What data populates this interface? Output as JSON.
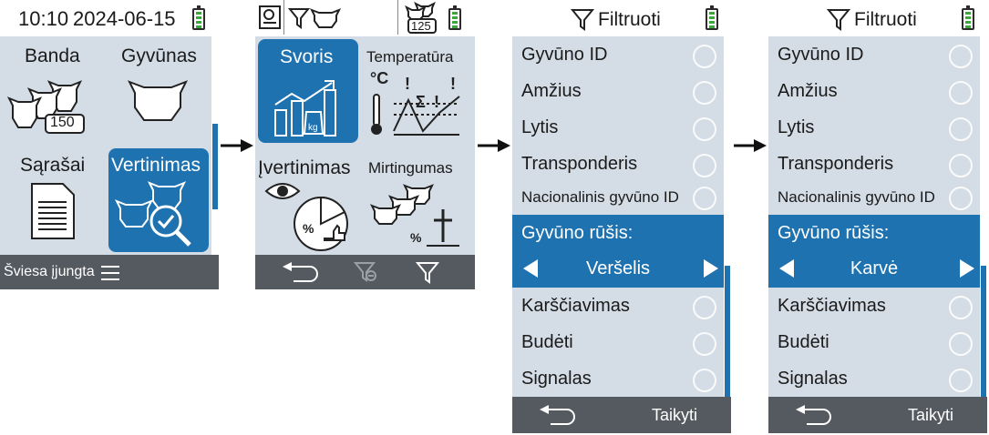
{
  "screen1": {
    "time": "10:10",
    "date": "2024-06-15",
    "tiles": [
      {
        "label": "Banda",
        "badge": "150"
      },
      {
        "label": "Gyvūnas"
      },
      {
        "label": "Sąrašai"
      },
      {
        "label": "Vertinimas"
      }
    ],
    "bottom_label": "Šviesa įjungta"
  },
  "screen2": {
    "status_badge": "125",
    "tiles": [
      {
        "label": "Svoris"
      },
      {
        "label": "Temperatūra"
      },
      {
        "label": "Įvertinimas"
      },
      {
        "label": "Mirtingumas"
      }
    ],
    "tile_text": {
      "kg": "kg",
      "celsius": "°C",
      "percent": "%",
      "exclaim": "!",
      "sigma": "Σ"
    }
  },
  "filter_title": "Filtruoti",
  "filter_rows": [
    "Gyvūno ID",
    "Amžius",
    "Lytis",
    "Transponderis",
    "Nacionalinis gyvūno ID"
  ],
  "species_title": "Gyvūno rūšis:",
  "filter_rows_after": [
    "Karščiavimas",
    "Budėti",
    "Signalas"
  ],
  "screen3": {
    "species_value": "Veršelis"
  },
  "screen4": {
    "species_value": "Karvė"
  },
  "apply_label": "Taikyti",
  "colors": {
    "accent": "#1f72b0",
    "panel": "#d4dde6",
    "bottom": "#555960",
    "battery": "#3aa83a"
  }
}
